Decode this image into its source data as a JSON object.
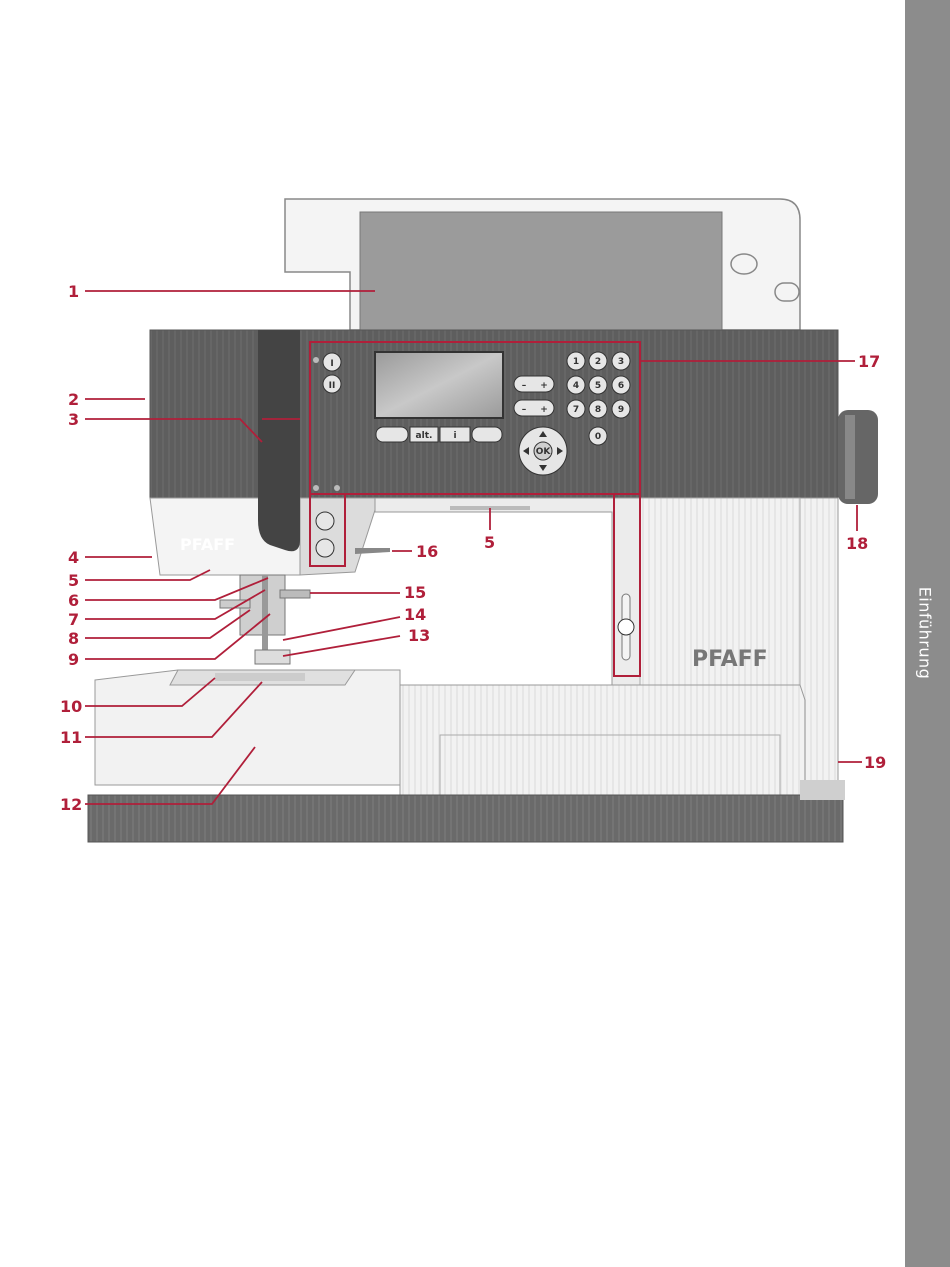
{
  "sidebar": {
    "label": "Einführung"
  },
  "machine": {
    "brand": "PFAFF",
    "brand_front": "PFAFF",
    "keypad": [
      "1",
      "2",
      "3",
      "4",
      "5",
      "6",
      "7",
      "8",
      "9",
      "0"
    ],
    "ok_label": "OK",
    "alt_label": "alt.",
    "info_label": "i",
    "minus_label": "–",
    "plus_label": "+",
    "top_btn_1": "I",
    "top_btn_2": "II"
  },
  "callouts": [
    "1",
    "2",
    "3",
    "4",
    "5",
    "6",
    "7",
    "8",
    "9",
    "10",
    "11",
    "12",
    "13",
    "14",
    "15",
    "16",
    "5",
    "17",
    "18",
    "19"
  ],
  "colors": {
    "callout": "#b01f3a",
    "sidebar": "#8c8c8c",
    "body_dark": "#5f5f5f",
    "body_light": "#eeeeee",
    "base": "#6e6e6e"
  }
}
